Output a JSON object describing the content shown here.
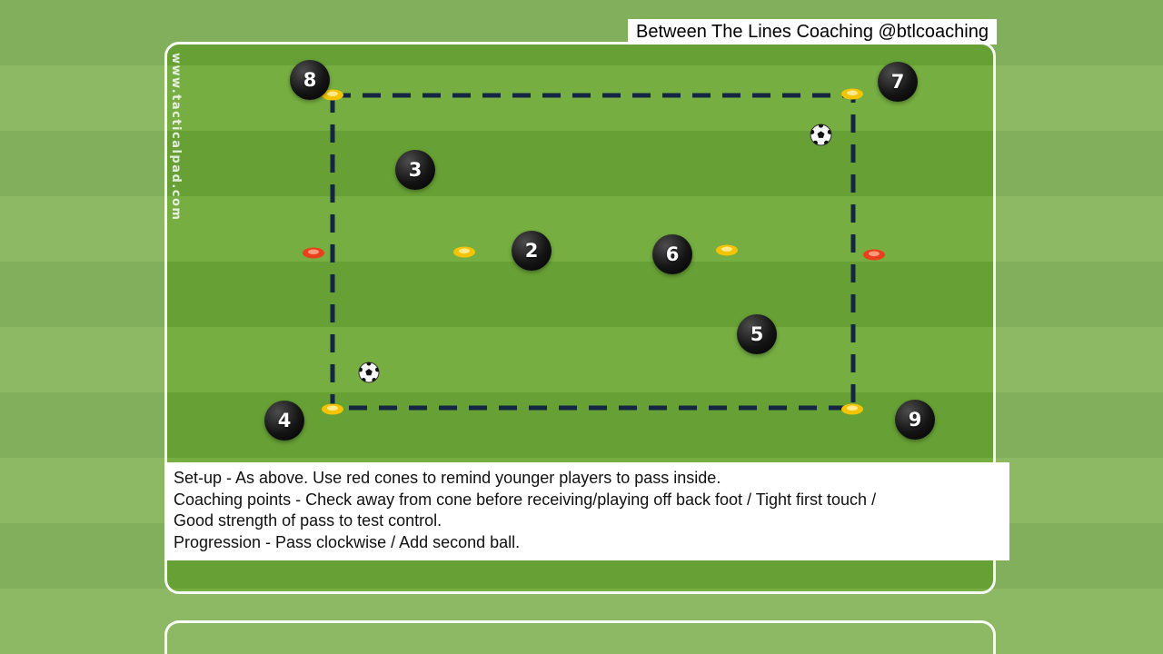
{
  "credit_text": "Between The Lines Coaching @btlcoaching",
  "watermark": "www.tacticalpad.com",
  "players": [
    {
      "label": "8"
    },
    {
      "label": "7"
    },
    {
      "label": "3"
    },
    {
      "label": "2"
    },
    {
      "label": "6"
    },
    {
      "label": "5"
    },
    {
      "label": "4"
    },
    {
      "label": "9"
    }
  ],
  "instruction_lines": [
    "Set-up - As above. Use red cones to remind younger players to pass inside.",
    "Coaching points - Check away from cone before receiving/playing off back foot / Tight first touch /",
    "Good strength of pass to test control.",
    "Progression - Pass clockwise / Add second ball."
  ],
  "colors": {
    "grass_dark": "#67a035",
    "grass_light": "#76ae41",
    "pitch_line": "#ffffff",
    "dashed_area": "#152642",
    "yellow_cone": "#f5c400",
    "red_cone": "#e8401c",
    "player_fill": "#0a0a0a",
    "player_number": "#ffffff"
  }
}
